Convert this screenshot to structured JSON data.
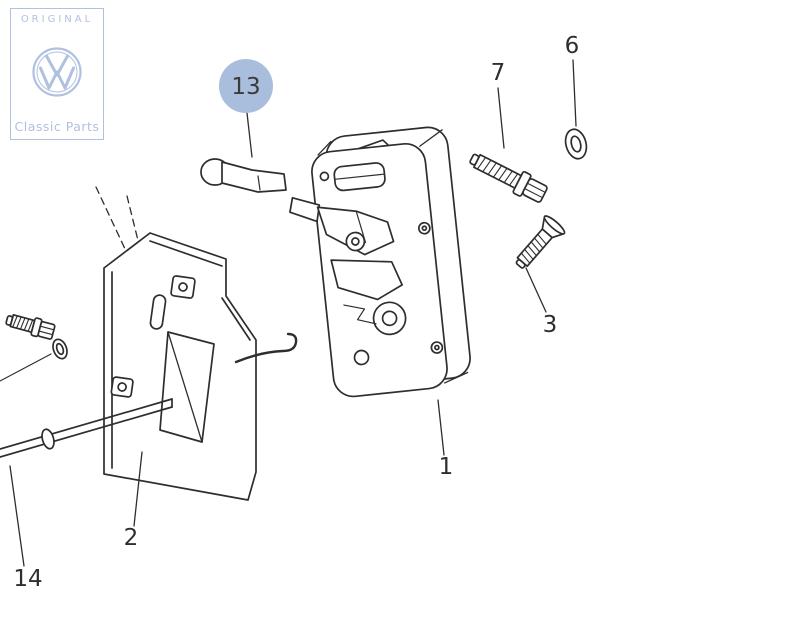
{
  "watermark": {
    "line1": "ORIGINAL",
    "line2": "Classic Parts",
    "color": "#b0c1e0"
  },
  "diagram": {
    "highlight_color": "#a9bedc",
    "line_color": "#2e2e2e",
    "labels": {
      "part1": "1",
      "part2": "2",
      "part3": "3",
      "part6": "6",
      "part7": "7",
      "part13": "13",
      "part14": "14"
    }
  }
}
